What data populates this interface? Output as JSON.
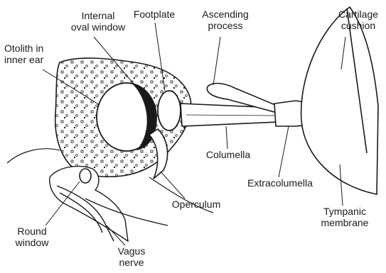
{
  "labels": {
    "internal_oval_window": "Internal\noval window",
    "footplate": "Footplate",
    "ascending_process": "Ascending\nprocess",
    "cartilage_cushion": "Cartilage\ncushion",
    "otolith_inner_ear": "Otolith in\ninner ear",
    "columella": "Columella",
    "extracolumella": "Extracolumella",
    "operculum": "Operculum",
    "round_window": "Round\nwindow",
    "vagus_nerve": "Vagus\nnerve",
    "tympanic_membrane": "Tympanic\nmembrane"
  },
  "colors": {
    "ink": "#1a1a1a",
    "paper": "#ffffff",
    "shade": "#e4e4e4"
  }
}
